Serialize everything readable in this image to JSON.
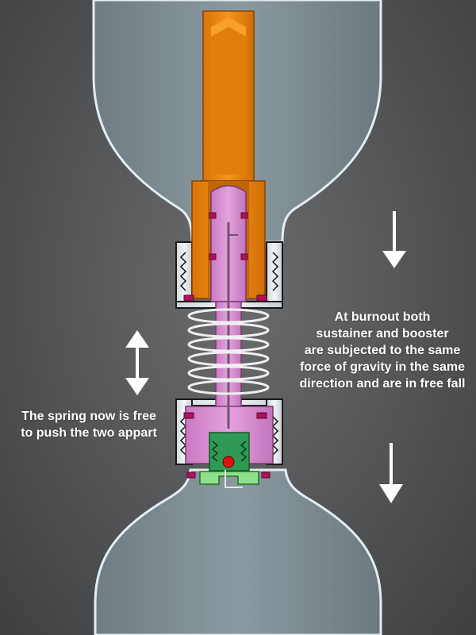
{
  "annotations": {
    "free_fall": {
      "lines": [
        "At burnout both",
        "sustainer and booster",
        "are subjected to the same",
        "force of gravity in the same",
        "direction and are in free fall"
      ]
    },
    "spring": {
      "lines": [
        "The spring now is free",
        "to push the two appart"
      ]
    }
  },
  "arrows": {
    "gravity_upper": {
      "direction": "down",
      "color": "#ffffff"
    },
    "gravity_lower": {
      "direction": "down",
      "color": "#ffffff"
    },
    "spring_push": {
      "direction": "up-down",
      "color": "#ffffff"
    }
  },
  "colors": {
    "background": "#545658",
    "body_fill": "#7d8d92",
    "body_outline": "#dfe9ee",
    "upper_coupler": "#ef8a12",
    "piston": "#d88fd0",
    "seal_ring": "#b0125c",
    "ejection_cap": "#8fe08a",
    "cap_inner": "#2f9a55",
    "ball": "#e01010",
    "spring": "#eeeeee",
    "text": "#ffffff"
  }
}
